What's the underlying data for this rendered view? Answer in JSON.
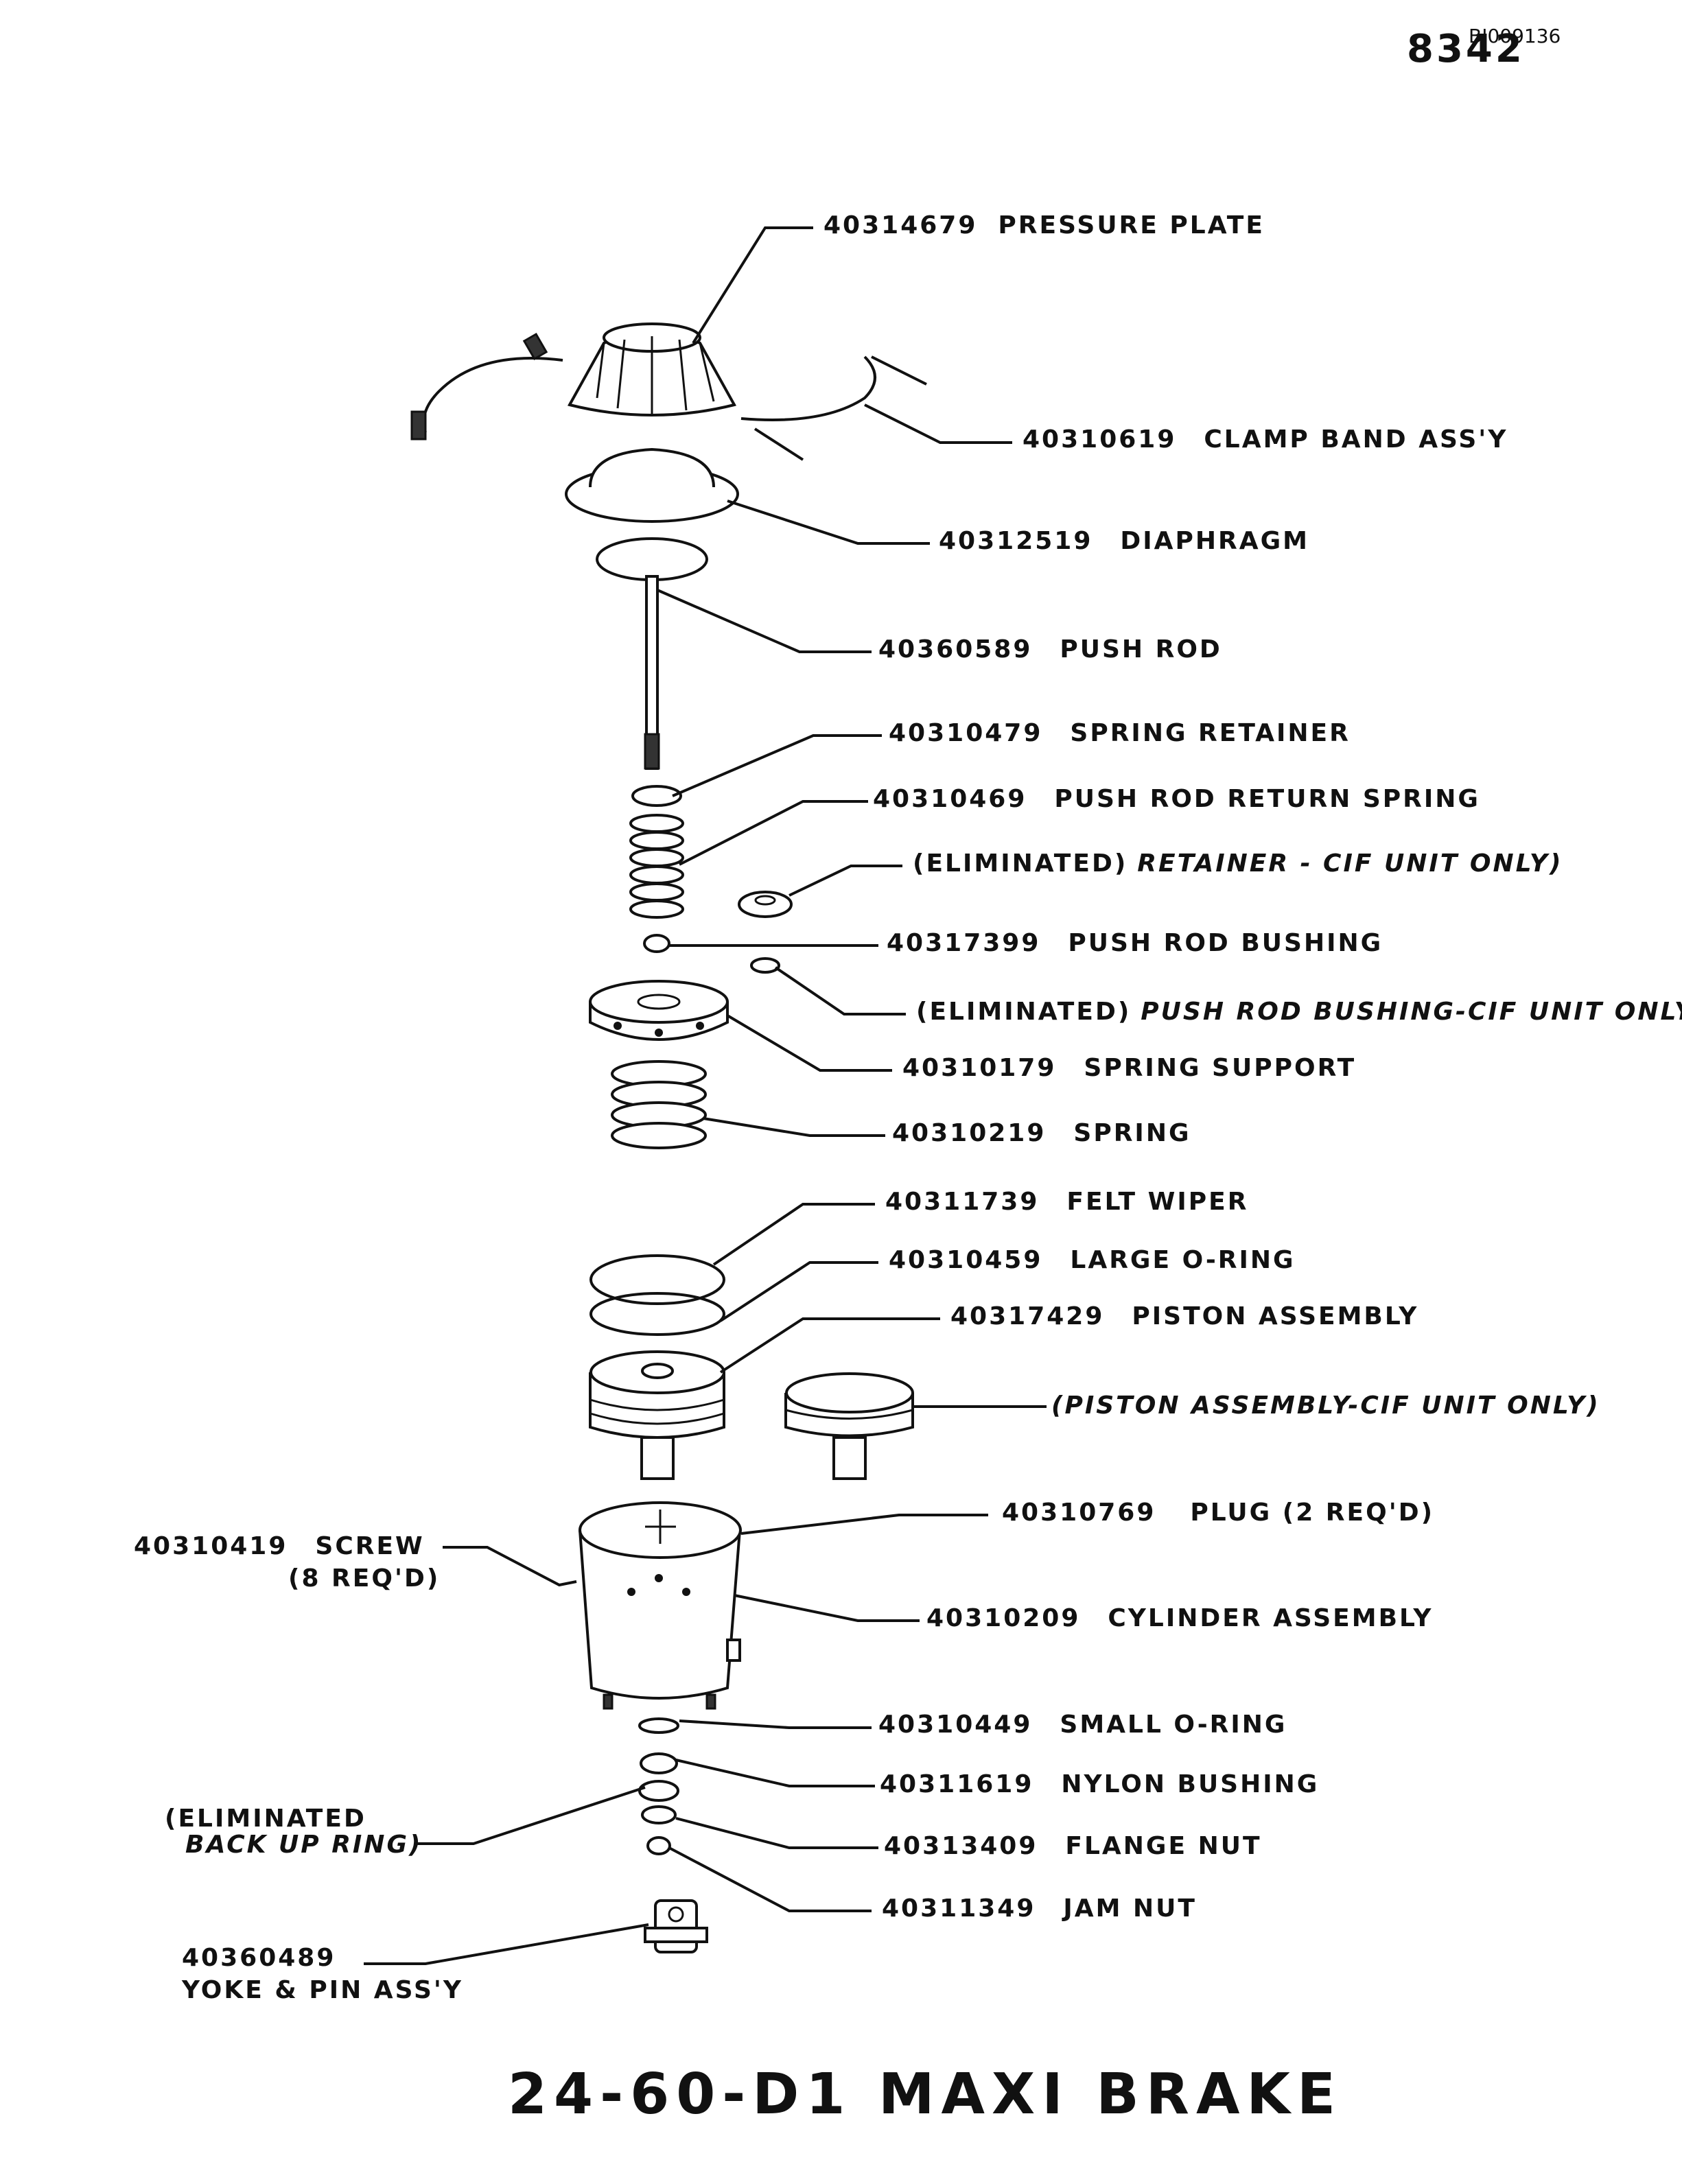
{
  "header": {
    "page_number": "8342",
    "doc_id": "BI009136"
  },
  "title": "24-60-D1  MAXI BRAKE",
  "callouts": [
    {
      "id": "pressure-plate",
      "part": "40314679",
      "name": "PRESSURE PLATE",
      "italic": false
    },
    {
      "id": "clamp-band",
      "part": "40310619",
      "name": "CLAMP BAND ASS'Y",
      "italic": false
    },
    {
      "id": "diaphragm",
      "part": "40312519",
      "name": "DIAPHRAGM",
      "italic": false
    },
    {
      "id": "push-rod",
      "part": "40360589",
      "name": "PUSH ROD",
      "italic": false
    },
    {
      "id": "spring-retainer",
      "part": "40310479",
      "name": "SPRING RETAINER",
      "italic": false
    },
    {
      "id": "push-rod-return-spring",
      "part": "40310469",
      "name": "PUSH ROD RETURN SPRING",
      "italic": false
    },
    {
      "id": "retainer-cif",
      "part": "(ELIMINATED)",
      "name": "RETAINER - CIF UNIT ONLY)",
      "italic": true
    },
    {
      "id": "push-rod-bushing",
      "part": "40317399",
      "name": "PUSH ROD BUSHING",
      "italic": false
    },
    {
      "id": "push-rod-bushing-cif",
      "part": "(ELIMINATED)",
      "name": "PUSH ROD BUSHING-CIF UNIT ONLY.",
      "italic": true
    },
    {
      "id": "spring-support",
      "part": "40310179",
      "name": "SPRING SUPPORT",
      "italic": false
    },
    {
      "id": "spring",
      "part": "40310219",
      "name": "SPRING",
      "italic": false
    },
    {
      "id": "felt-wiper",
      "part": "40311739",
      "name": "FELT WIPER",
      "italic": false
    },
    {
      "id": "large-o-ring",
      "part": "40310459",
      "name": "LARGE O-RING",
      "italic": false
    },
    {
      "id": "piston-assembly",
      "part": "40317429",
      "name": "PISTON ASSEMBLY",
      "italic": false
    },
    {
      "id": "piston-assembly-cif",
      "part": "",
      "name": "(PISTON ASSEMBLY-CIF UNIT ONLY)",
      "italic": true
    },
    {
      "id": "plug",
      "part": "40310769",
      "name": "PLUG  (2 REQ'D)",
      "italic": false
    },
    {
      "id": "cylinder-assembly",
      "part": "40310209",
      "name": "CYLINDER ASSEMBLY",
      "italic": false
    },
    {
      "id": "small-o-ring",
      "part": "40310449",
      "name": "SMALL O-RING",
      "italic": false
    },
    {
      "id": "nylon-bushing",
      "part": "40311619",
      "name": "NYLON BUSHING",
      "italic": false
    },
    {
      "id": "flange-nut",
      "part": "40313409",
      "name": "FLANGE NUT",
      "italic": false
    },
    {
      "id": "jam-nut",
      "part": "40311349",
      "name": "JAM NUT",
      "italic": false
    }
  ],
  "left_callouts": {
    "screw": {
      "part": "40310419",
      "name": "SCREW",
      "qty": "(8 REQ'D)"
    },
    "backup_ring": {
      "line1": "(ELIMINATED",
      "line2": "BACK UP RING)"
    },
    "yoke": {
      "part": "40360489",
      "name": "YOKE & PIN ASS'Y"
    }
  }
}
